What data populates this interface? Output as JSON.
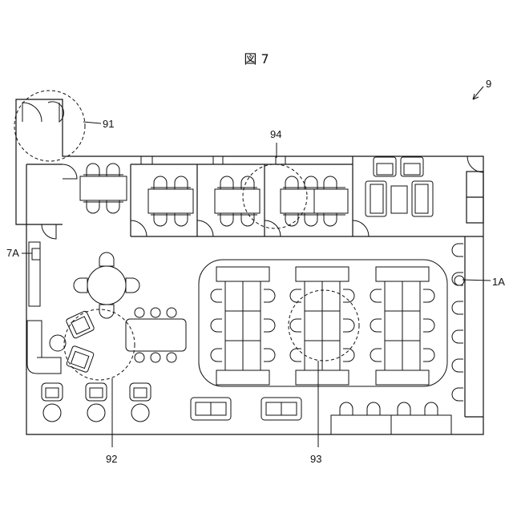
{
  "figure": {
    "title": "図 7"
  },
  "labels": {
    "ref_9": "9",
    "ref_91": "91",
    "ref_92": "92",
    "ref_93": "93",
    "ref_94": "94",
    "ref_1A": "1A",
    "ref_7A": "7A"
  }
}
